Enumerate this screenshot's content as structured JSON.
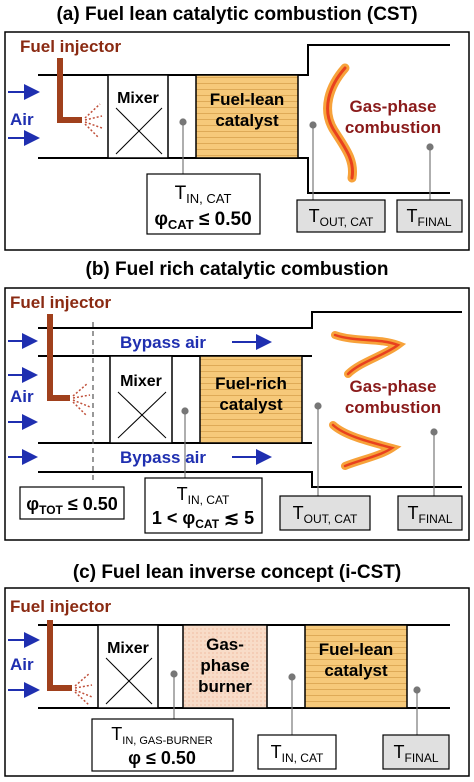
{
  "panel_a": {
    "title": "(a) Fuel lean catalytic combustion (CST)",
    "fuel_injector": "Fuel injector",
    "air": "Air",
    "mixer": "Mixer",
    "catalyst_l1": "Fuel-lean",
    "catalyst_l2": "catalyst",
    "gas_l1": "Gas-phase",
    "gas_l2": "combustion",
    "t_in_main": "T",
    "t_in_sub": "IN, CAT",
    "phi": "φ",
    "phi_sub": "CAT",
    "phi_rel": " ≤ 0.50",
    "t_out_main": "T",
    "t_out_sub": "OUT, CAT",
    "t_final_main": "T",
    "t_final_sub": "FINAL"
  },
  "panel_b": {
    "title": "(b) Fuel rich catalytic combustion",
    "fuel_injector": "Fuel injector",
    "air": "Air",
    "bypass_top": "Bypass air",
    "bypass_bottom": "Bypass air",
    "mixer": "Mixer",
    "catalyst_l1": "Fuel-rich",
    "catalyst_l2": "catalyst",
    "gas_l1": "Gas-phase",
    "gas_l2": "combustion",
    "phi_tot": "φ",
    "phi_tot_sub": "TOT",
    "phi_tot_rel": " ≤ 0.50",
    "t_in_main": "T",
    "t_in_sub": "IN, CAT",
    "phi_pre": "1 < φ",
    "phi_sub": "CAT",
    "phi_rel": " ≲ 5",
    "t_out_main": "T",
    "t_out_sub": "OUT, CAT",
    "t_final_main": "T",
    "t_final_sub": "FINAL"
  },
  "panel_c": {
    "title": "(c) Fuel lean inverse concept (i-CST)",
    "fuel_injector": "Fuel injector",
    "air": "Air",
    "mixer": "Mixer",
    "burner_l1": "Gas-",
    "burner_l2": "phase",
    "burner_l3": "burner",
    "catalyst_l1": "Fuel-lean",
    "catalyst_l2": "catalyst",
    "t_in_gb_main": "T",
    "t_in_gb_sub": "IN, GAS-BURNER",
    "phi": "φ",
    "phi_rel": " ≤ 0.50",
    "t_in_main": "T",
    "t_in_sub": "IN, CAT",
    "t_final_main": "T",
    "t_final_sub": "FINAL"
  },
  "colors": {
    "catalyst": "#f6c97a",
    "burner": "#f7d9c4",
    "injector": "#a0401c",
    "air_arrow": "#1f2fb0",
    "flame_outer": "#f7a23a",
    "flame_inner": "#e8411e"
  }
}
